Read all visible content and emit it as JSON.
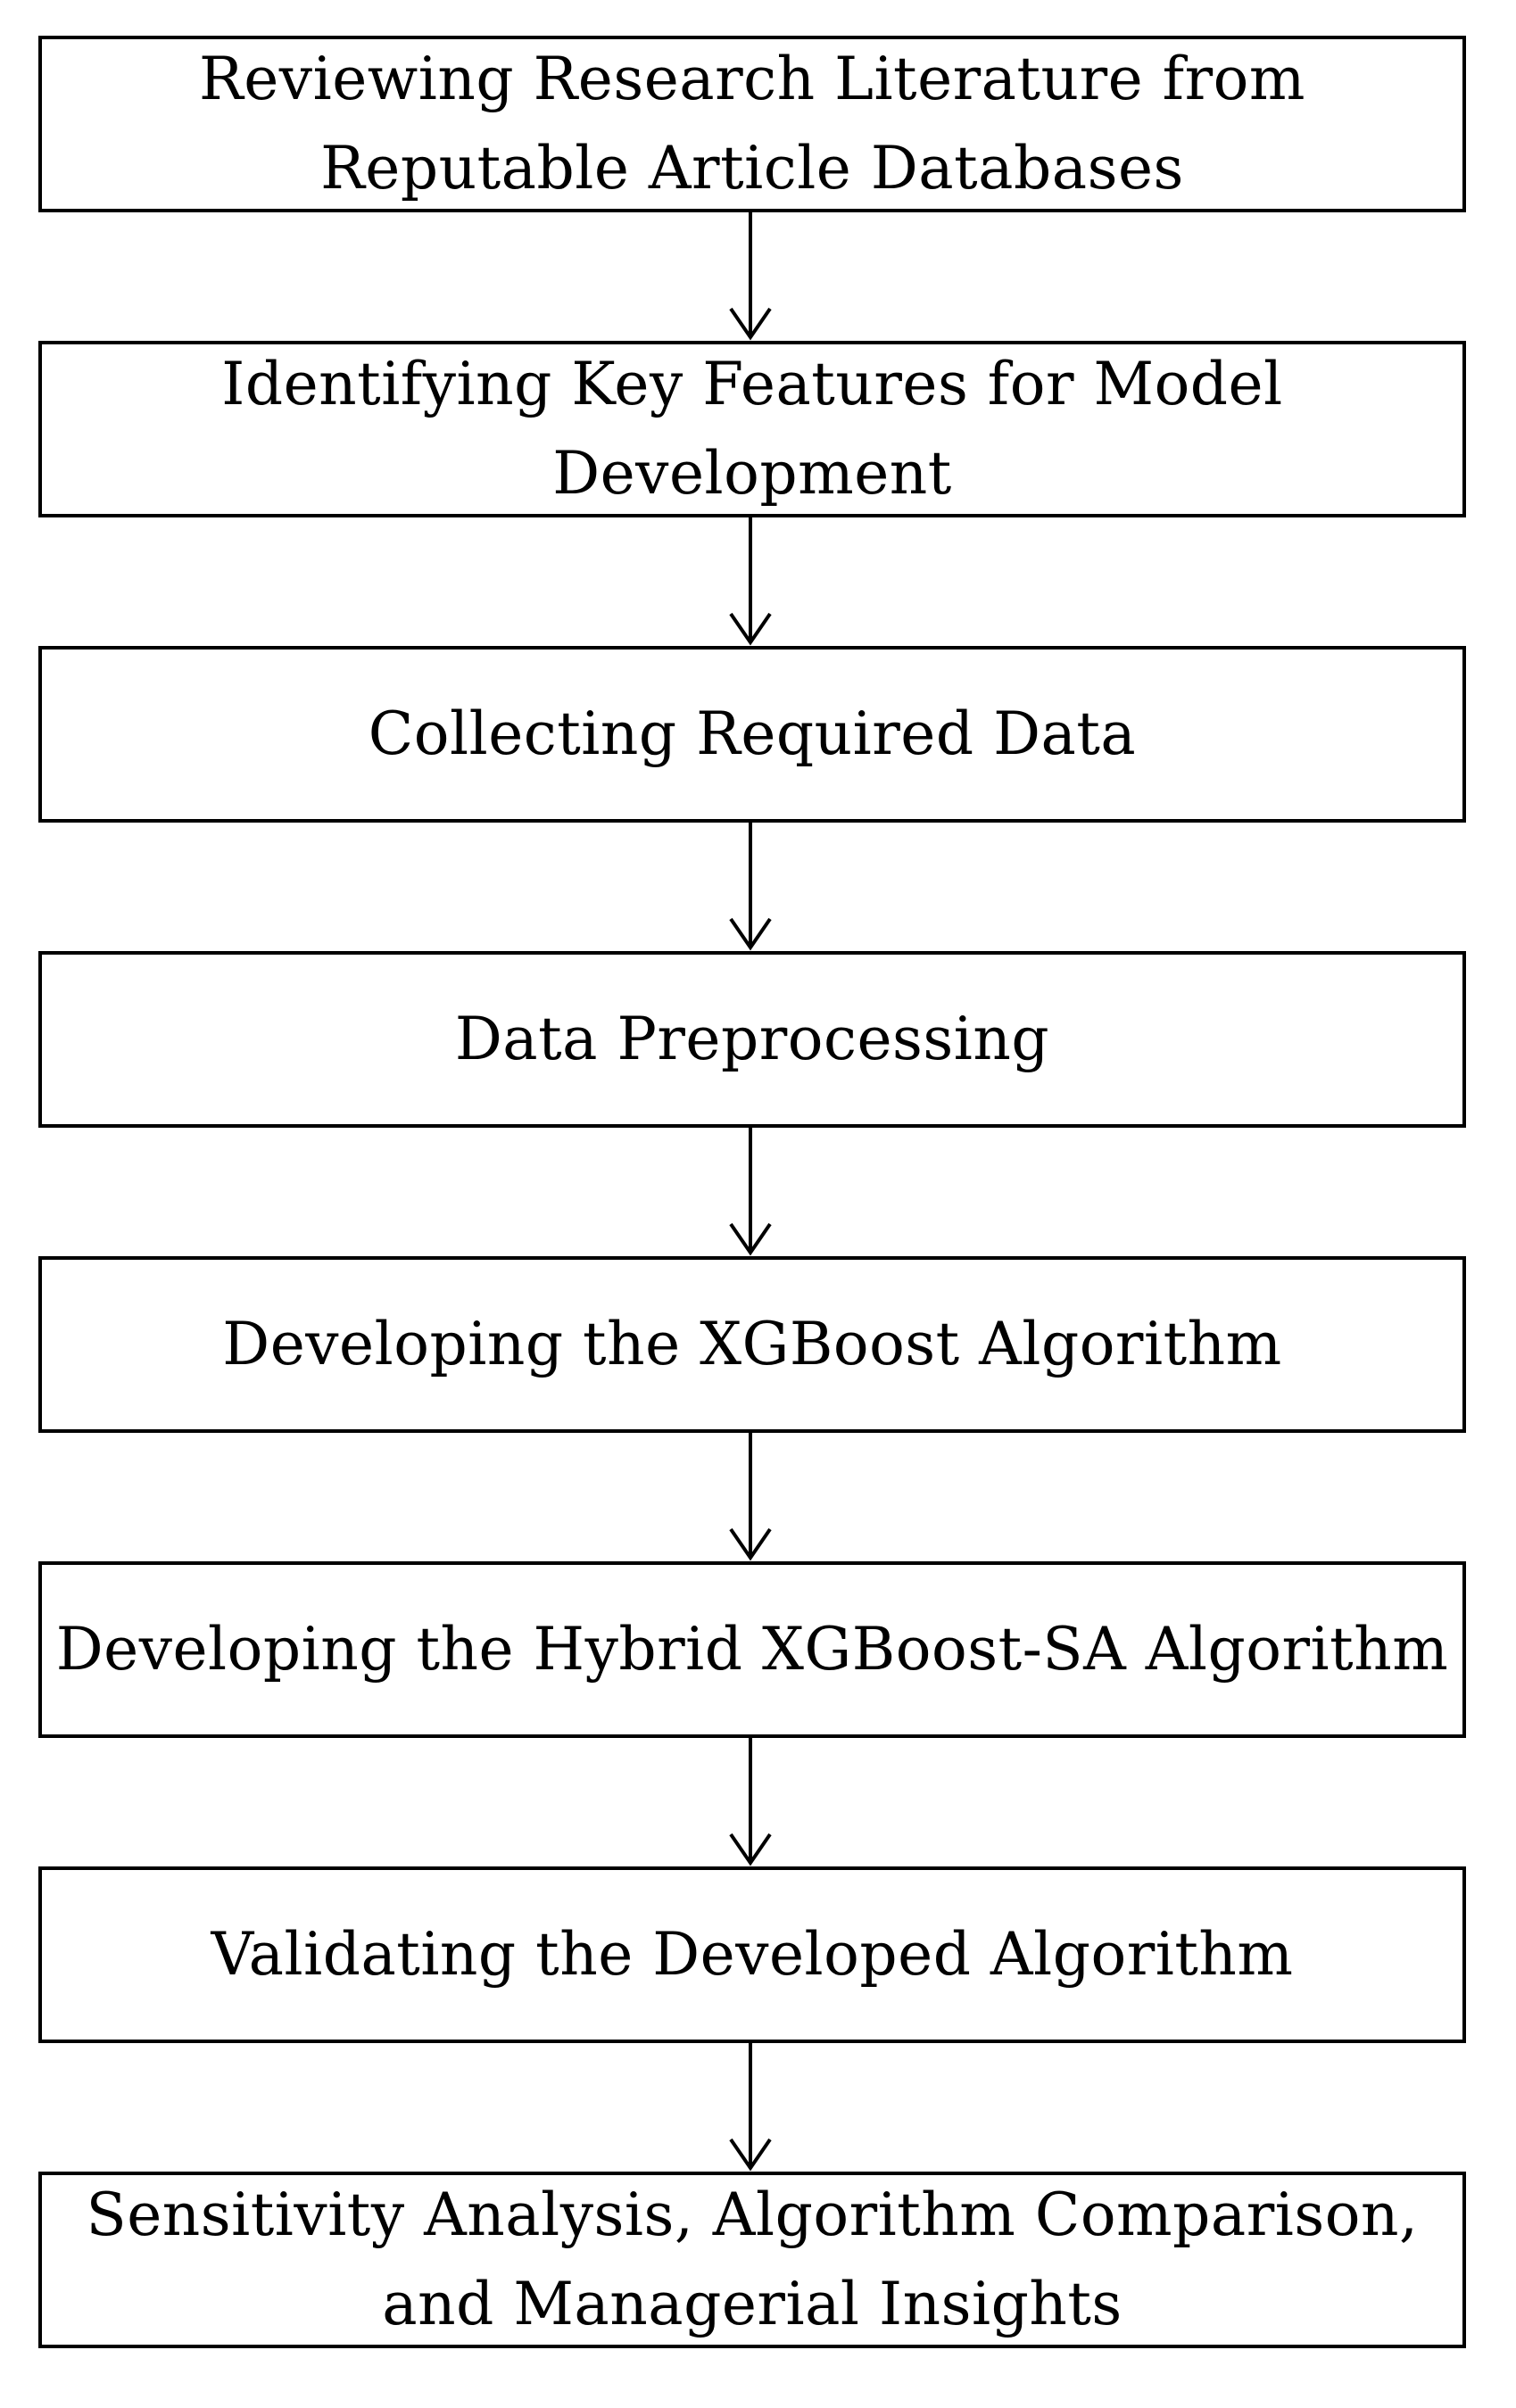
{
  "diagram": {
    "steps": [
      "Reviewing Research Literature from\nReputable Article Databases",
      "Identifying Key Features for Model\nDevelopment",
      "Collecting Required Data",
      "Data Preprocessing",
      "Developing the XGBoost Algorithm",
      "Developing the Hybrid XGBoost-SA Algorithm",
      "Validating the Developed Algorithm",
      "Sensitivity Analysis, Algorithm Comparison,\nand Managerial Insights"
    ]
  }
}
